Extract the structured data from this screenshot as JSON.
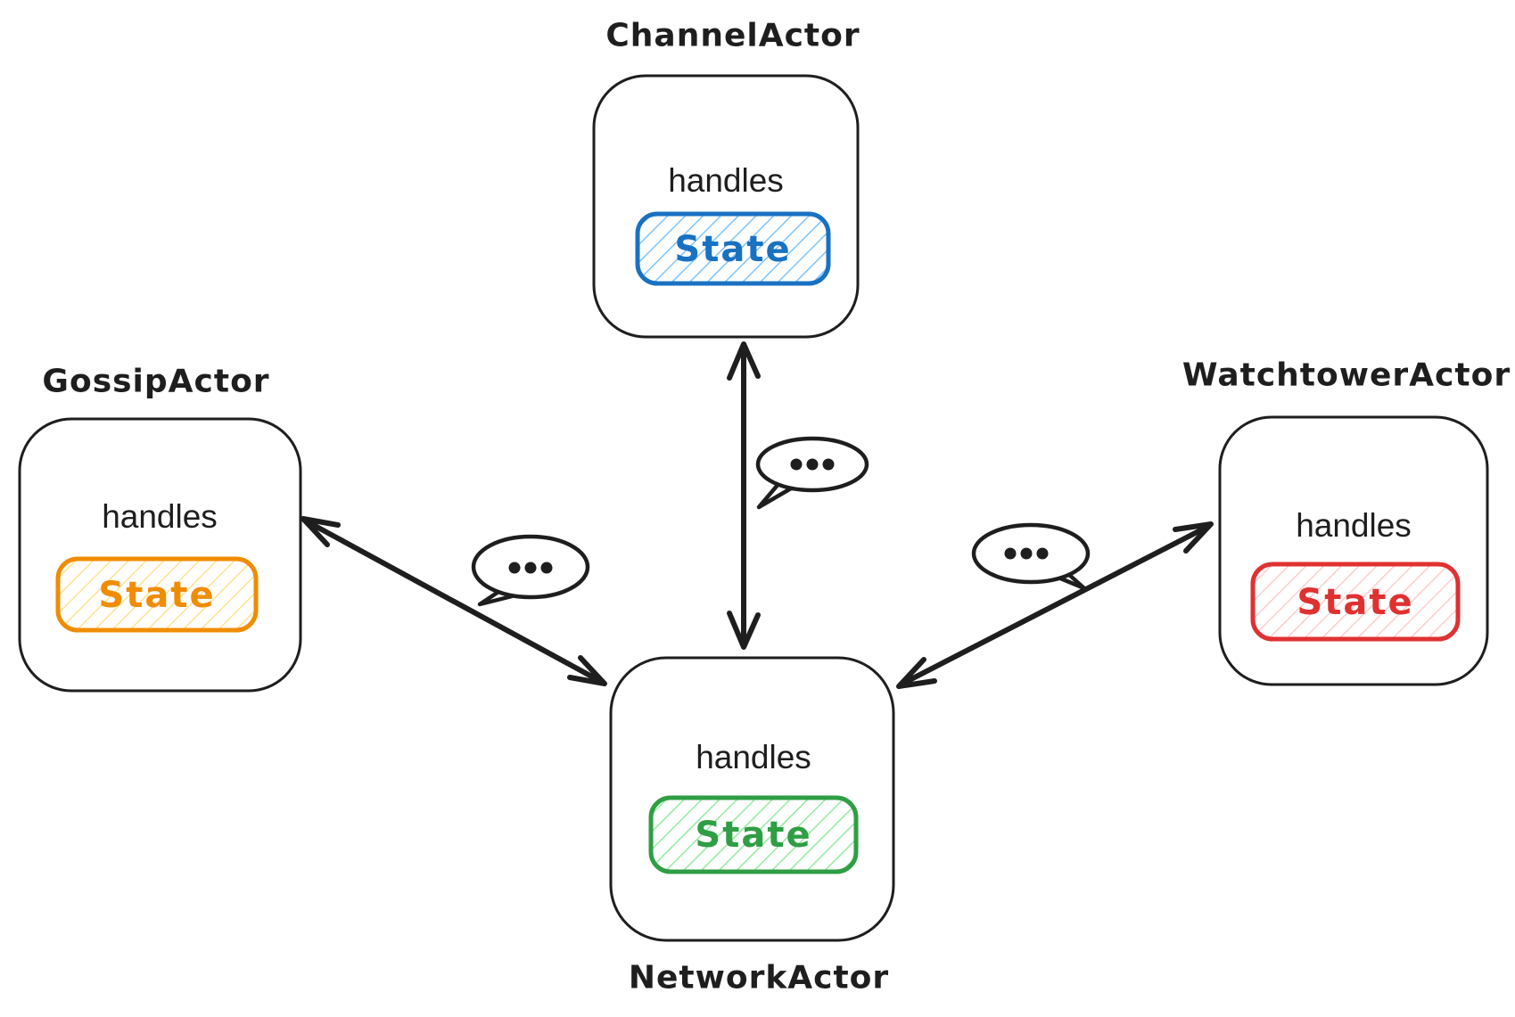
{
  "colors": {
    "ink": "#1e1e1e",
    "accent_blue": "#1971c2",
    "hachure_blue": "#74c0fc",
    "accent_orange": "#f08c00",
    "hachure_orange": "#ffe08a",
    "accent_red": "#e03131",
    "hachure_red": "#ffc9c9",
    "accent_green": "#2f9e44",
    "hachure_green": "#8ce99a"
  },
  "actors": {
    "channel": {
      "title": "ChannelActor",
      "handles_label": "handles",
      "state_label": "State",
      "state_color": "blue"
    },
    "gossip": {
      "title": "GossipActor",
      "handles_label": "handles",
      "state_label": "State",
      "state_color": "orange"
    },
    "watchtower": {
      "title": "WatchtowerActor",
      "handles_label": "handles",
      "state_label": "State",
      "state_color": "red"
    },
    "network": {
      "title": "NetworkActor",
      "handles_label": "handles",
      "state_label": "State",
      "state_color": "green"
    }
  },
  "connections": [
    {
      "from": "ChannelActor",
      "to": "NetworkActor",
      "arrow": "double-headed",
      "icon": "speech-bubble-ellipsis"
    },
    {
      "from": "GossipActor",
      "to": "NetworkActor",
      "arrow": "double-headed",
      "icon": "speech-bubble-ellipsis"
    },
    {
      "from": "WatchtowerActor",
      "to": "NetworkActor",
      "arrow": "double-headed",
      "icon": "speech-bubble-ellipsis"
    }
  ],
  "bubble": {
    "icon": "ellipsis",
    "glyph": "..."
  }
}
